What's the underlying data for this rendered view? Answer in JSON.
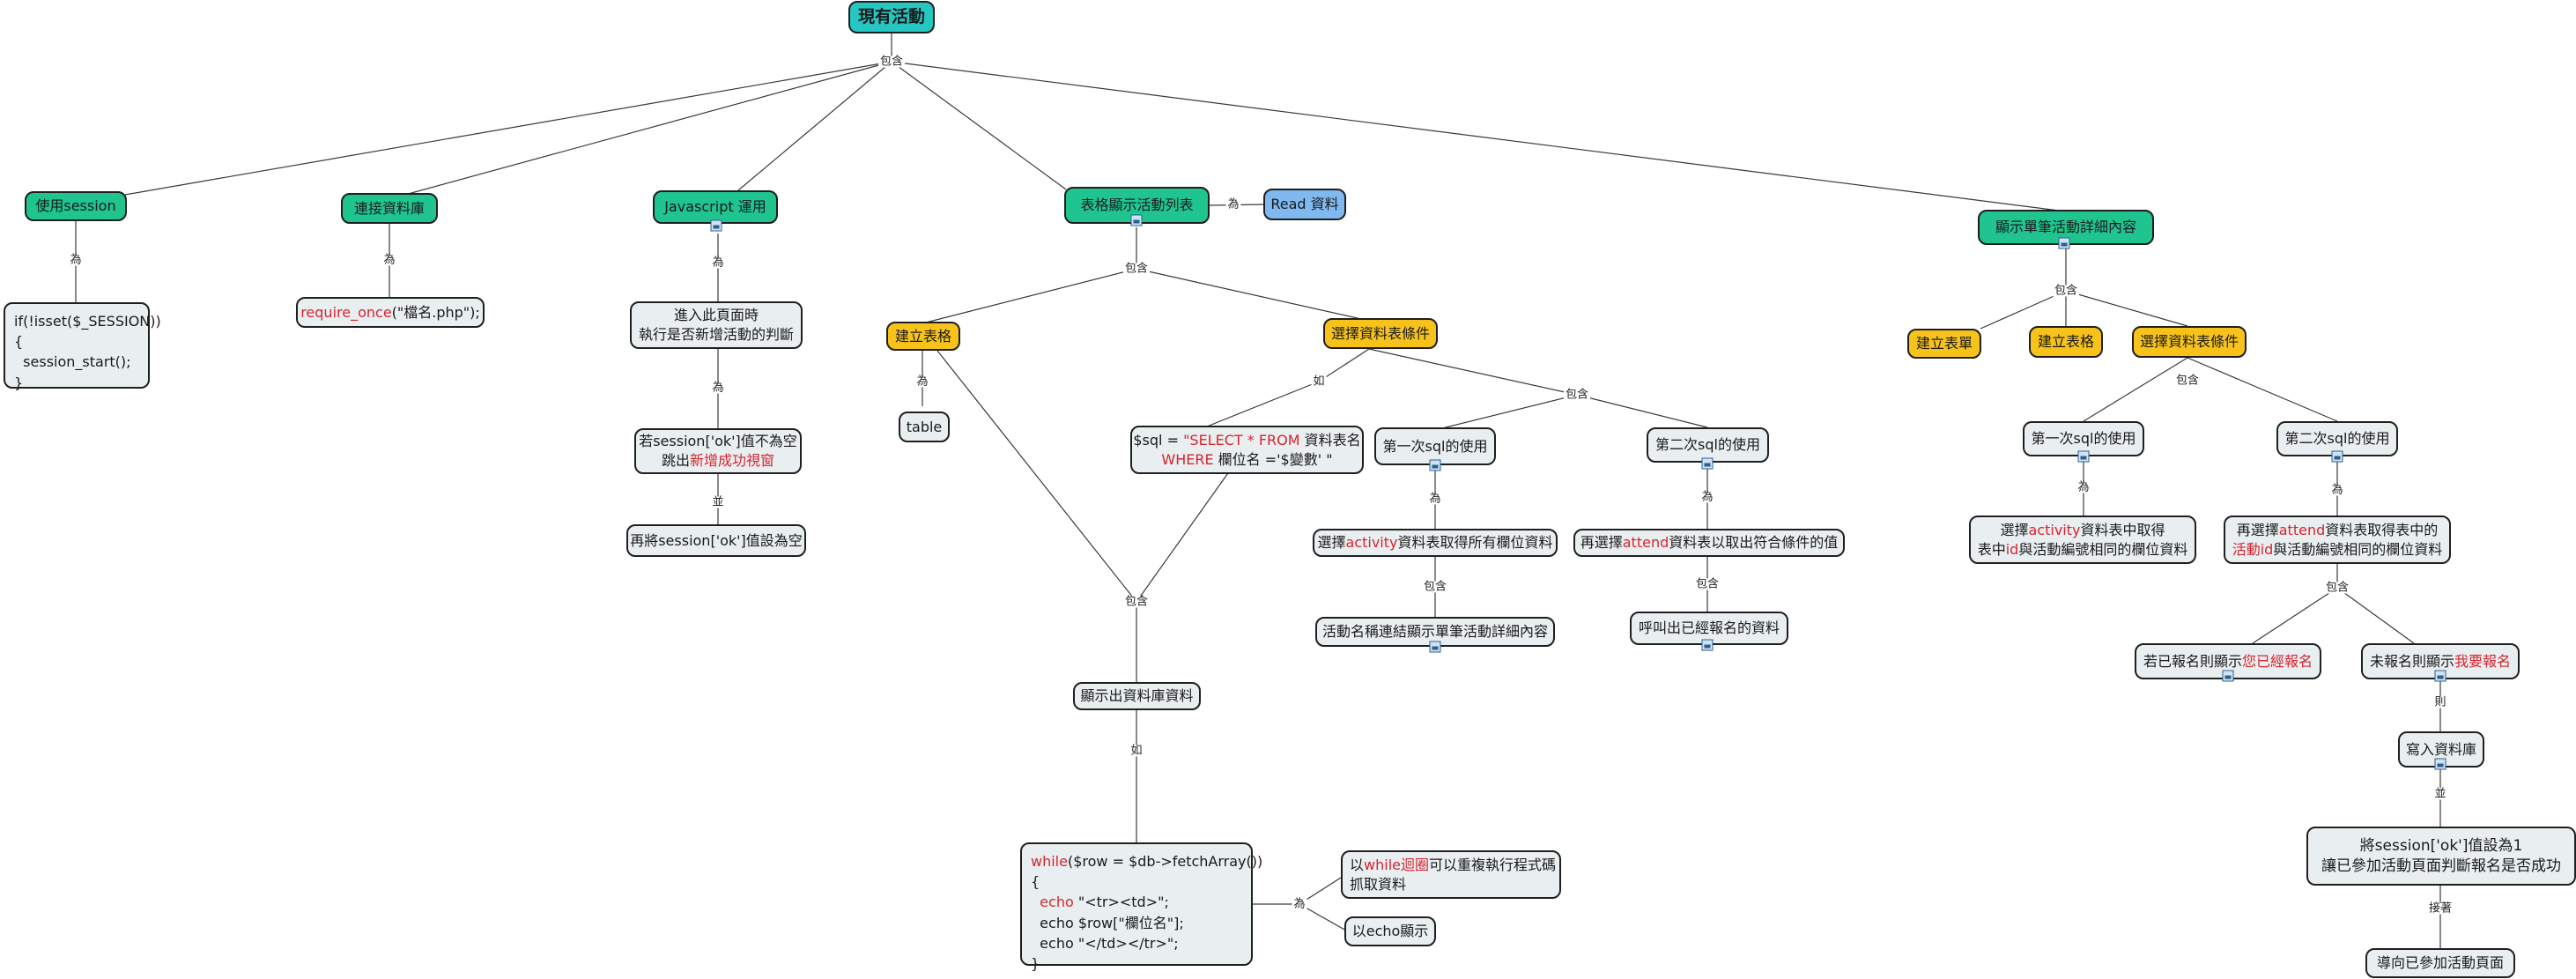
{
  "root": "現有活動",
  "lbl": {
    "root_include": "包含",
    "is": "為",
    "include": "包含",
    "as": "如",
    "and": "並",
    "then": "則",
    "next": "接著"
  },
  "session": {
    "title": "使用session",
    "code": [
      "if(!isset($_SESSION))",
      "{",
      "  session_start();",
      "}"
    ]
  },
  "db": {
    "title": "連接資料庫",
    "code_red": "require_once",
    "code_rest": " (\"檔名.php\");"
  },
  "js": {
    "title": "Javascript 運用",
    "step1": [
      "進入此頁面時",
      "執行是否新增活動的判斷"
    ],
    "step2_l1": "若session['ok']值不為空",
    "step2_l2a": "跳出",
    "step2_l2red": "新增成功視窗",
    "step3": "再將session['ok']值設為空"
  },
  "table": {
    "title": "表格顯示活動列表",
    "read": "Read 資料",
    "build": "建立表格",
    "tag": "table",
    "cond": "選擇資料表條件",
    "sql_l1a": "$sql = ",
    "sql_l1red": "\"SELECT * FROM",
    "sql_l1b": " 資料表名",
    "sql_l2red": "WHERE",
    "sql_l2b": " 欄位名 ='$變數' \"",
    "first": "第一次sql的使用",
    "first_desc_a": "選擇",
    "first_desc_red": "activity",
    "first_desc_b": "資料表取得所有欄位資料",
    "first_link": "活動名稱連結顯示單筆活動詳細內容",
    "second": "第二次sql的使用",
    "second_desc_a": "再選擇",
    "second_desc_red": "attend",
    "second_desc_b": "資料表以取出符合條件的值",
    "second_call": "呼叫出已經報名的資料",
    "show": "顯示出資料庫資料",
    "while_red": "while",
    "while_rest": "($row = $db->fetchArray())",
    "while_body": [
      "{",
      "  echo \"<tr><td>\";",
      "  echo $row[\"欄位名\"];",
      "  echo \"</td></tr>\";",
      "}"
    ],
    "echo_red_kw": "echo",
    "loop_a": "以",
    "loop_red": "while迴圈",
    "loop_b": "可以重複執行程式碼",
    "loop_l2": "抓取資料",
    "echo_show": "以echo顯示"
  },
  "detail": {
    "title": "顯示單筆活動詳細內容",
    "form": "建立表單",
    "build": "建立表格",
    "cond": "選擇資料表條件",
    "first": "第一次sql的使用",
    "first_l1a": "選擇",
    "first_l1red": "activity",
    "first_l1b": "資料表中取得",
    "first_l2a": "表中",
    "first_l2red": "id",
    "first_l2b": "與活動編號相同的欄位資料",
    "second": "第二次sql的使用",
    "second_l1a": "再選擇",
    "second_l1red": "attend",
    "second_l1b": "資料表取得表中的",
    "second_l2red": "活動id",
    "second_l2b": "與活動編號相同的欄位資料",
    "signed_a": "若已報名則顯示",
    "signed_red": "您已經報名",
    "not_a": "未報名則顯示",
    "not_red": "我要報名",
    "write": "寫入資料庫",
    "set_l1": "將session['ok']值設為1",
    "set_l2": "讓已參加活動頁面判斷報名是否成功",
    "redirect": "導向已參加活動頁面"
  },
  "colors": {
    "root": "#25c7c3",
    "main": "#1fc48f",
    "sub": "#f7c31b",
    "read": "#7fb9ef",
    "leaf": "#e9eef0",
    "highlight": "#d6252f"
  }
}
